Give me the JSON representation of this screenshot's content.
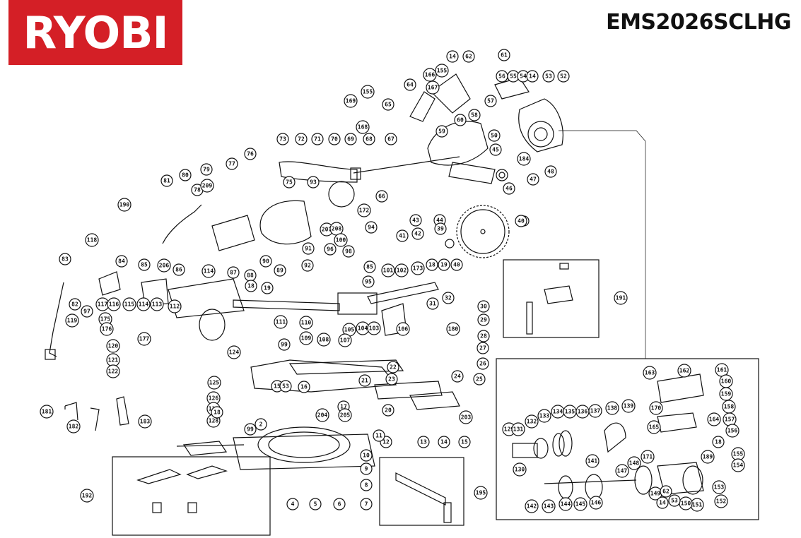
{
  "brand": "RYOBI",
  "model": "EMS2026SCLHG",
  "callouts": [
    {
      "n": "14"
    },
    {
      "n": "62"
    },
    {
      "n": "61"
    },
    {
      "n": "166"
    },
    {
      "n": "155"
    },
    {
      "n": "167"
    },
    {
      "n": "64"
    },
    {
      "n": "169"
    },
    {
      "n": "155"
    },
    {
      "n": "56"
    },
    {
      "n": "55"
    },
    {
      "n": "54"
    },
    {
      "n": "14"
    },
    {
      "n": "53"
    },
    {
      "n": "52"
    },
    {
      "n": "57"
    },
    {
      "n": "58"
    },
    {
      "n": "60"
    },
    {
      "n": "59"
    },
    {
      "n": "65"
    },
    {
      "n": "168"
    },
    {
      "n": "73"
    },
    {
      "n": "72"
    },
    {
      "n": "71"
    },
    {
      "n": "70"
    },
    {
      "n": "69"
    },
    {
      "n": "68"
    },
    {
      "n": "67"
    },
    {
      "n": "50"
    },
    {
      "n": "45"
    },
    {
      "n": "184"
    },
    {
      "n": "48"
    },
    {
      "n": "47"
    },
    {
      "n": "46"
    },
    {
      "n": "81"
    },
    {
      "n": "80"
    },
    {
      "n": "78"
    },
    {
      "n": "79"
    },
    {
      "n": "209"
    },
    {
      "n": "77"
    },
    {
      "n": "76"
    },
    {
      "n": "75"
    },
    {
      "n": "93"
    },
    {
      "n": "172"
    },
    {
      "n": "66"
    },
    {
      "n": "40"
    },
    {
      "n": "190"
    },
    {
      "n": "91"
    },
    {
      "n": "90"
    },
    {
      "n": "89"
    },
    {
      "n": "92"
    },
    {
      "n": "207"
    },
    {
      "n": "208"
    },
    {
      "n": "94"
    },
    {
      "n": "100"
    },
    {
      "n": "98"
    },
    {
      "n": "85"
    },
    {
      "n": "118"
    },
    {
      "n": "83"
    },
    {
      "n": "84"
    },
    {
      "n": "85"
    },
    {
      "n": "206"
    },
    {
      "n": "86"
    },
    {
      "n": "114"
    },
    {
      "n": "87"
    },
    {
      "n": "88"
    },
    {
      "n": "95"
    },
    {
      "n": "96"
    },
    {
      "n": "43"
    },
    {
      "n": "44"
    },
    {
      "n": "39"
    },
    {
      "n": "41"
    },
    {
      "n": "42"
    },
    {
      "n": "40"
    },
    {
      "n": "101"
    },
    {
      "n": "102"
    },
    {
      "n": "173"
    },
    {
      "n": "19"
    },
    {
      "n": "18"
    },
    {
      "n": "82"
    },
    {
      "n": "97"
    },
    {
      "n": "117"
    },
    {
      "n": "116"
    },
    {
      "n": "115"
    },
    {
      "n": "114"
    },
    {
      "n": "113"
    },
    {
      "n": "112"
    },
    {
      "n": "18"
    },
    {
      "n": "19"
    },
    {
      "n": "99"
    },
    {
      "n": "119"
    },
    {
      "n": "175"
    },
    {
      "n": "176"
    },
    {
      "n": "120"
    },
    {
      "n": "177"
    },
    {
      "n": "121"
    },
    {
      "n": "122"
    },
    {
      "n": "30"
    },
    {
      "n": "31"
    },
    {
      "n": "32"
    },
    {
      "n": "29"
    },
    {
      "n": "180"
    },
    {
      "n": "111"
    },
    {
      "n": "110"
    },
    {
      "n": "106"
    },
    {
      "n": "105"
    },
    {
      "n": "104"
    },
    {
      "n": "103"
    },
    {
      "n": "109"
    },
    {
      "n": "108"
    },
    {
      "n": "107"
    },
    {
      "n": "124"
    },
    {
      "n": "28"
    },
    {
      "n": "27"
    },
    {
      "n": "26"
    },
    {
      "n": "22"
    },
    {
      "n": "21"
    },
    {
      "n": "23"
    },
    {
      "n": "24"
    },
    {
      "n": "125"
    },
    {
      "n": "15"
    },
    {
      "n": "53"
    },
    {
      "n": "16"
    },
    {
      "n": "17"
    },
    {
      "n": "126"
    },
    {
      "n": "127"
    },
    {
      "n": "20"
    },
    {
      "n": "25"
    },
    {
      "n": "203"
    },
    {
      "n": "204"
    },
    {
      "n": "205"
    },
    {
      "n": "181"
    },
    {
      "n": "182"
    },
    {
      "n": "183"
    },
    {
      "n": "128"
    },
    {
      "n": "129"
    },
    {
      "n": "2"
    },
    {
      "n": "99"
    },
    {
      "n": "13"
    },
    {
      "n": "14"
    },
    {
      "n": "15"
    },
    {
      "n": "12"
    },
    {
      "n": "11"
    },
    {
      "n": "10"
    },
    {
      "n": "9"
    },
    {
      "n": "8"
    },
    {
      "n": "7"
    },
    {
      "n": "6"
    },
    {
      "n": "5"
    },
    {
      "n": "4"
    },
    {
      "n": "192"
    },
    {
      "n": "195"
    },
    {
      "n": "191"
    },
    {
      "n": "161"
    },
    {
      "n": "162"
    },
    {
      "n": "163"
    },
    {
      "n": "160"
    },
    {
      "n": "159"
    },
    {
      "n": "158"
    },
    {
      "n": "157"
    },
    {
      "n": "156"
    },
    {
      "n": "155"
    },
    {
      "n": "165"
    },
    {
      "n": "170"
    },
    {
      "n": "164"
    },
    {
      "n": "130"
    },
    {
      "n": "131"
    },
    {
      "n": "132"
    },
    {
      "n": "133"
    },
    {
      "n": "134"
    },
    {
      "n": "135"
    },
    {
      "n": "136"
    },
    {
      "n": "137"
    },
    {
      "n": "138"
    },
    {
      "n": "139"
    },
    {
      "n": "141"
    },
    {
      "n": "171"
    },
    {
      "n": "148"
    },
    {
      "n": "147"
    },
    {
      "n": "189"
    },
    {
      "n": "154"
    },
    {
      "n": "153"
    },
    {
      "n": "152"
    },
    {
      "n": "151"
    },
    {
      "n": "150"
    },
    {
      "n": "149"
    },
    {
      "n": "62"
    },
    {
      "n": "14"
    },
    {
      "n": "53"
    },
    {
      "n": "142"
    },
    {
      "n": "143"
    },
    {
      "n": "144"
    },
    {
      "n": "145"
    },
    {
      "n": "146"
    },
    {
      "n": "18"
    },
    {
      "n": "18"
    }
  ]
}
